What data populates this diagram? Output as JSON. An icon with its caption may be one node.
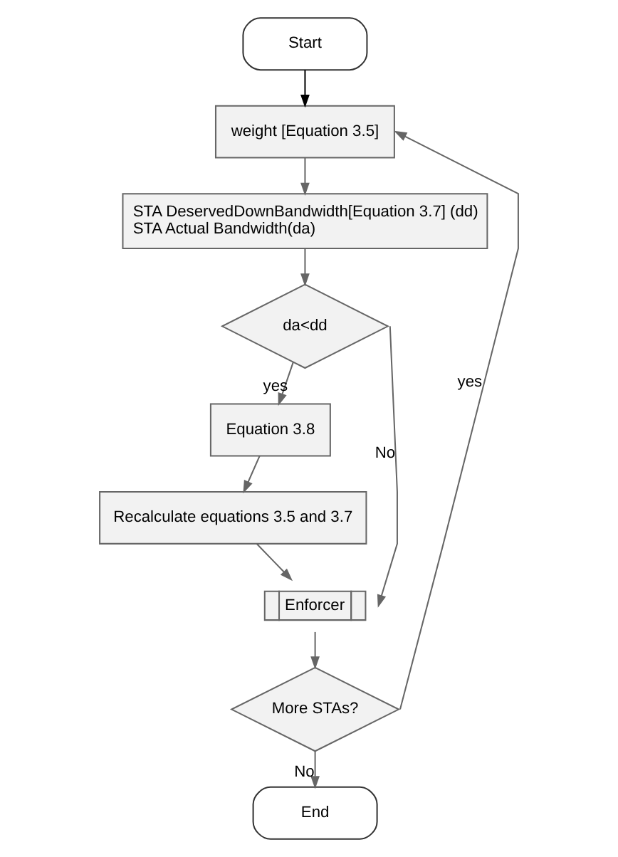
{
  "diagram": {
    "nodes": [
      {
        "text": [
          "Start"
        ]
      },
      {
        "text": [
          "weight [Equation 3.5]"
        ]
      },
      {
        "text": [
          "STA DeservedDownBandwidth[Equation 3.7] (dd)",
          "STA Actual Bandwidth(da)"
        ]
      },
      {
        "text": [
          "da<dd"
        ]
      },
      {
        "text": [
          "Equation 3.8"
        ]
      },
      {
        "text": [
          "Recalculate equations 3.5 and 3.7"
        ]
      },
      {
        "text": [
          "Enforcer"
        ]
      },
      {
        "text": [
          "More STAs?"
        ]
      },
      {
        "text": [
          "End"
        ]
      }
    ],
    "edges": [
      {
        "from": 0,
        "to": 1,
        "arrow": "to",
        "color": "#000000"
      },
      {
        "from": 1,
        "to": 2,
        "arrow": "to"
      },
      {
        "from": 2,
        "to": 3,
        "arrow": "to"
      },
      {
        "from": 3,
        "to": 4,
        "arrow": "to",
        "label": "yes"
      },
      {
        "from": 4,
        "to": 5,
        "arrow": "to"
      },
      {
        "from": 5,
        "to": 6,
        "arrow": "to"
      },
      {
        "from": 3,
        "to": 6,
        "arrow": "to",
        "label": "No"
      },
      {
        "from": 6,
        "to": 7,
        "arrow": "to"
      },
      {
        "from": 7,
        "to": 1,
        "arrow": "to",
        "label": "yes"
      },
      {
        "from": 7,
        "to": 8,
        "arrow": "to",
        "label": "No"
      }
    ]
  }
}
